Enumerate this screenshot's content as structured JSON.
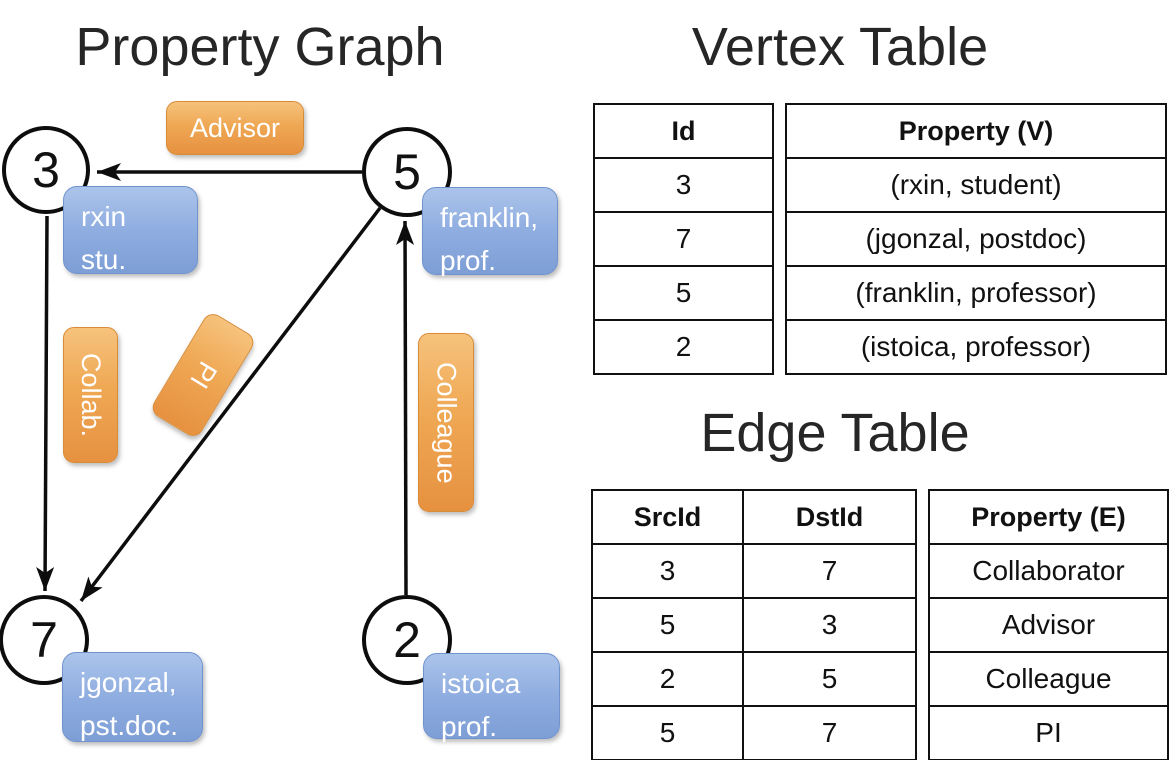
{
  "graph": {
    "title": "Property Graph",
    "nodes": [
      {
        "id": "3",
        "pill_lines": [
          "rxin",
          "stu."
        ]
      },
      {
        "id": "5",
        "pill_lines": [
          "franklin,",
          "prof."
        ]
      },
      {
        "id": "7",
        "pill_lines": [
          "jgonzal,",
          "pst.doc."
        ]
      },
      {
        "id": "2",
        "pill_lines": [
          "istoica",
          "prof."
        ]
      }
    ],
    "edge_labels": {
      "advisor": "Advisor",
      "collab": "Collab.",
      "pi": "PI",
      "colleague": "Colleague"
    }
  },
  "vertex_table": {
    "title": "Vertex Table",
    "columns": [
      "Id",
      "Property (V)"
    ],
    "rows": [
      [
        "3",
        "(rxin, student)"
      ],
      [
        "7",
        "(jgonzal, postdoc)"
      ],
      [
        "5",
        "(franklin, professor)"
      ],
      [
        "2",
        "(istoica, professor)"
      ]
    ]
  },
  "edge_table": {
    "title": "Edge Table",
    "columns": [
      "SrcId",
      "DstId",
      "Property (E)"
    ],
    "rows": [
      [
        "3",
        "7",
        "Collaborator"
      ],
      [
        "5",
        "3",
        "Advisor"
      ],
      [
        "2",
        "5",
        "Colleague"
      ],
      [
        "5",
        "7",
        "PI"
      ]
    ]
  },
  "colors": {
    "vertex_cell_blue": "#cdd9ee",
    "edge_cell_tan": "#f4dcc3",
    "pill_orange": "#eda04b",
    "pill_blue": "#8fade0",
    "line_black": "#0d0d0d"
  }
}
